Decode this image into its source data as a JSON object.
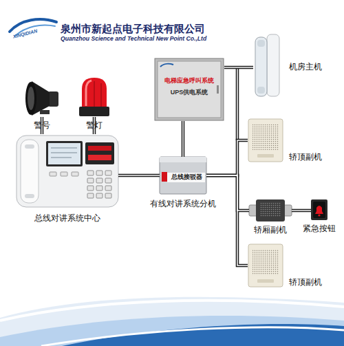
{
  "diagram": {
    "title": "泉州市新起点电子科技有限公司",
    "nodes": [
      {
        "text": [
          "警号"
        ]
      },
      {
        "text": [
          "警灯"
        ]
      },
      {
        "text": [
          "电梯应急呼叫系统",
          "UPS供电系统"
        ]
      },
      {
        "text": [
          "机房主机"
        ]
      },
      {
        "text": [
          "总线对讲系统中心"
        ]
      },
      {
        "text": [
          "轿顶副机"
        ]
      },
      {
        "text": [
          "总线接驳器",
          "有线对讲系统分机"
        ]
      },
      {
        "text": [
          "轿厢副机"
        ]
      },
      {
        "text": [
          "紧急按钮"
        ]
      },
      {
        "text": [
          "轿顶副机"
        ]
      }
    ],
    "edges": [
      {
        "from": 0,
        "to": 4,
        "arrow": "none"
      },
      {
        "from": 1,
        "to": 4,
        "arrow": "none"
      },
      {
        "from": 4,
        "to": 6,
        "arrow": "none"
      },
      {
        "from": 6,
        "to": 2,
        "arrow": "none"
      },
      {
        "from": 2,
        "to": 3,
        "arrow": "none"
      },
      {
        "from": 6,
        "to": 5,
        "arrow": "none"
      },
      {
        "from": 6,
        "to": 7,
        "arrow": "none"
      },
      {
        "from": 6,
        "to": 9,
        "arrow": "none"
      },
      {
        "from": 7,
        "to": 8,
        "arrow": "none"
      }
    ],
    "labels": [
      "Quanzhou Science and Technical New Point Co.,Ltd",
      "XINQIDIAN"
    ]
  }
}
